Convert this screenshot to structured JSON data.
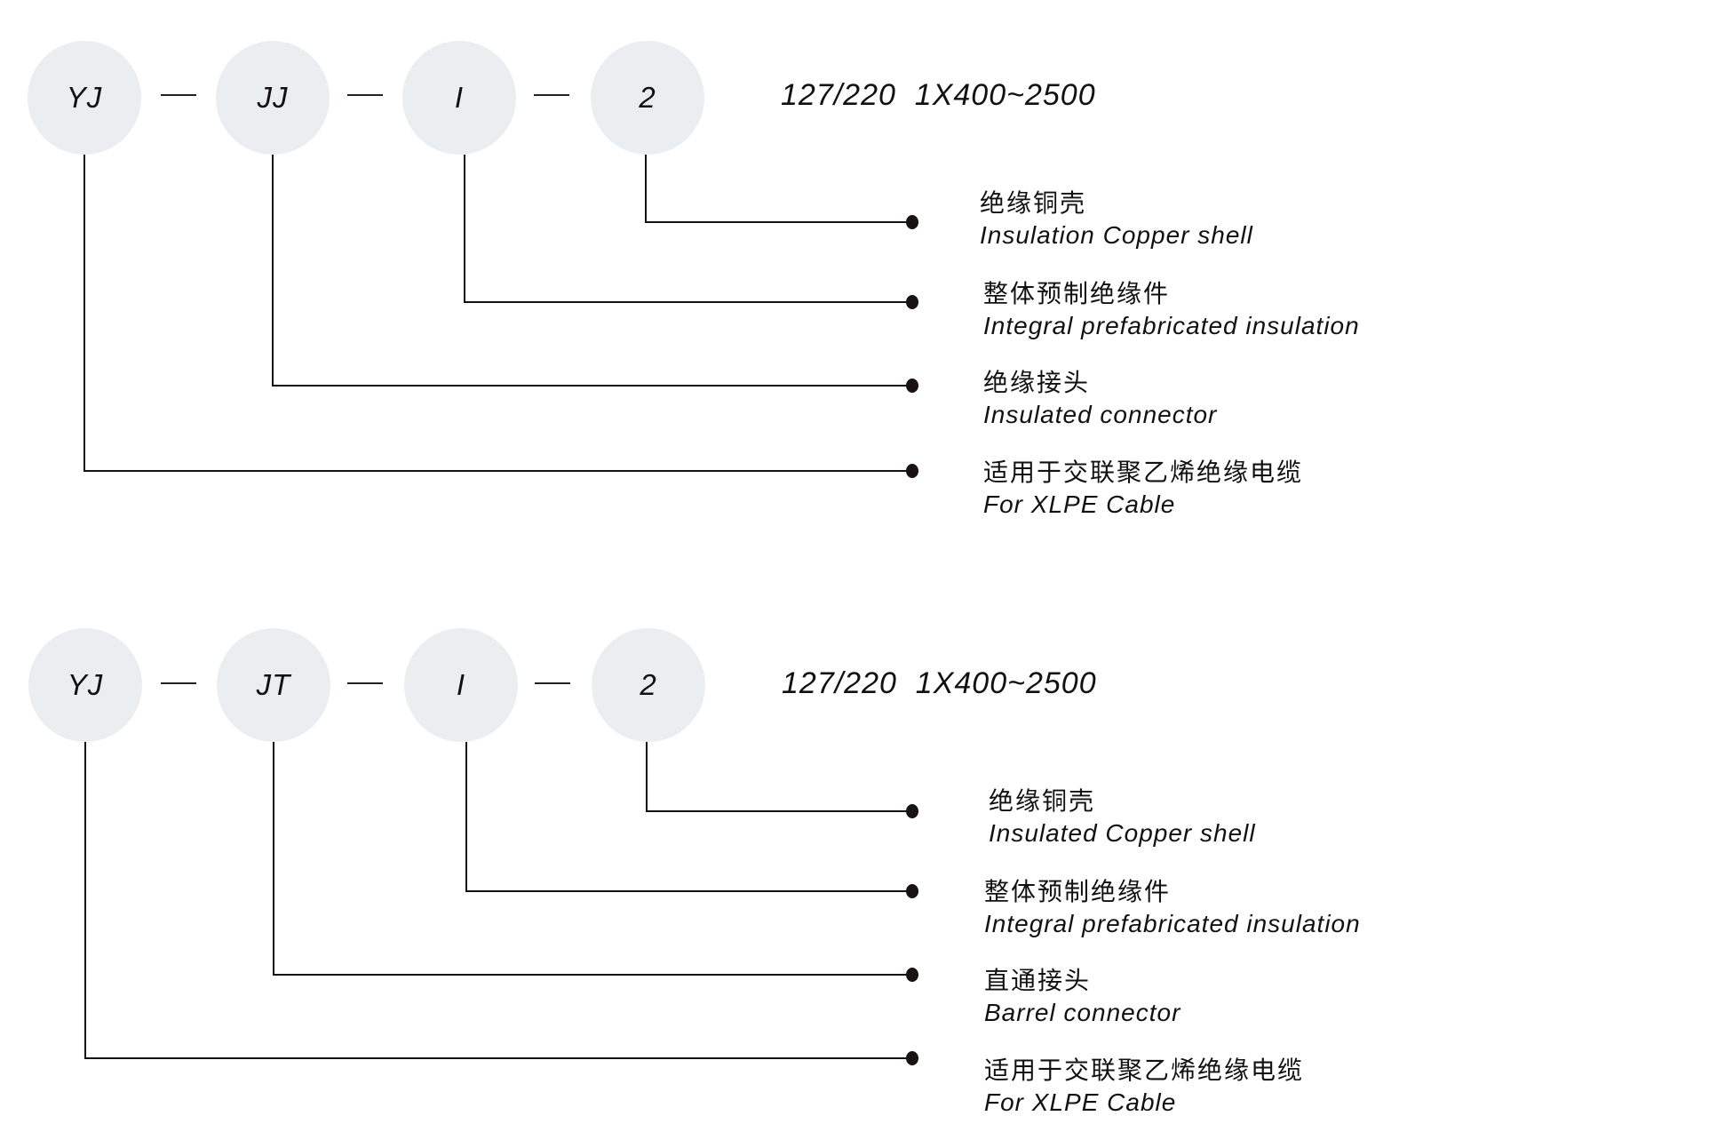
{
  "diagrams": [
    {
      "codes": [
        "YJ",
        "JJ",
        "I",
        "2"
      ],
      "separator": "—",
      "spec": "127/220  1X400~2500",
      "labels": [
        {
          "zh": "绝缘铜壳",
          "en": "Insulation Copper shell"
        },
        {
          "zh": "整体预制绝缘件",
          "en": "Integral prefabricated insulation"
        },
        {
          "zh": "绝缘接头",
          "en": "Insulated connector"
        },
        {
          "zh": "适用于交联聚乙烯绝缘电缆",
          "en": "For XLPE Cable"
        }
      ]
    },
    {
      "codes": [
        "YJ",
        "JT",
        "I",
        "2"
      ],
      "separator": "—",
      "spec": "127/220  1X400~2500",
      "labels": [
        {
          "zh": "绝缘铜壳",
          "en": "Insulated Copper shell"
        },
        {
          "zh": "整体预制绝缘件",
          "en": "Integral prefabricated insulation"
        },
        {
          "zh": "直通接头",
          "en": "Barrel connector"
        },
        {
          "zh": "适用于交联聚乙烯绝缘电缆",
          "en": "For XLPE Cable"
        }
      ]
    }
  ],
  "colors": {
    "circle_fill": "#ebeef1",
    "line": "#111111",
    "dot": "#1a1212"
  }
}
